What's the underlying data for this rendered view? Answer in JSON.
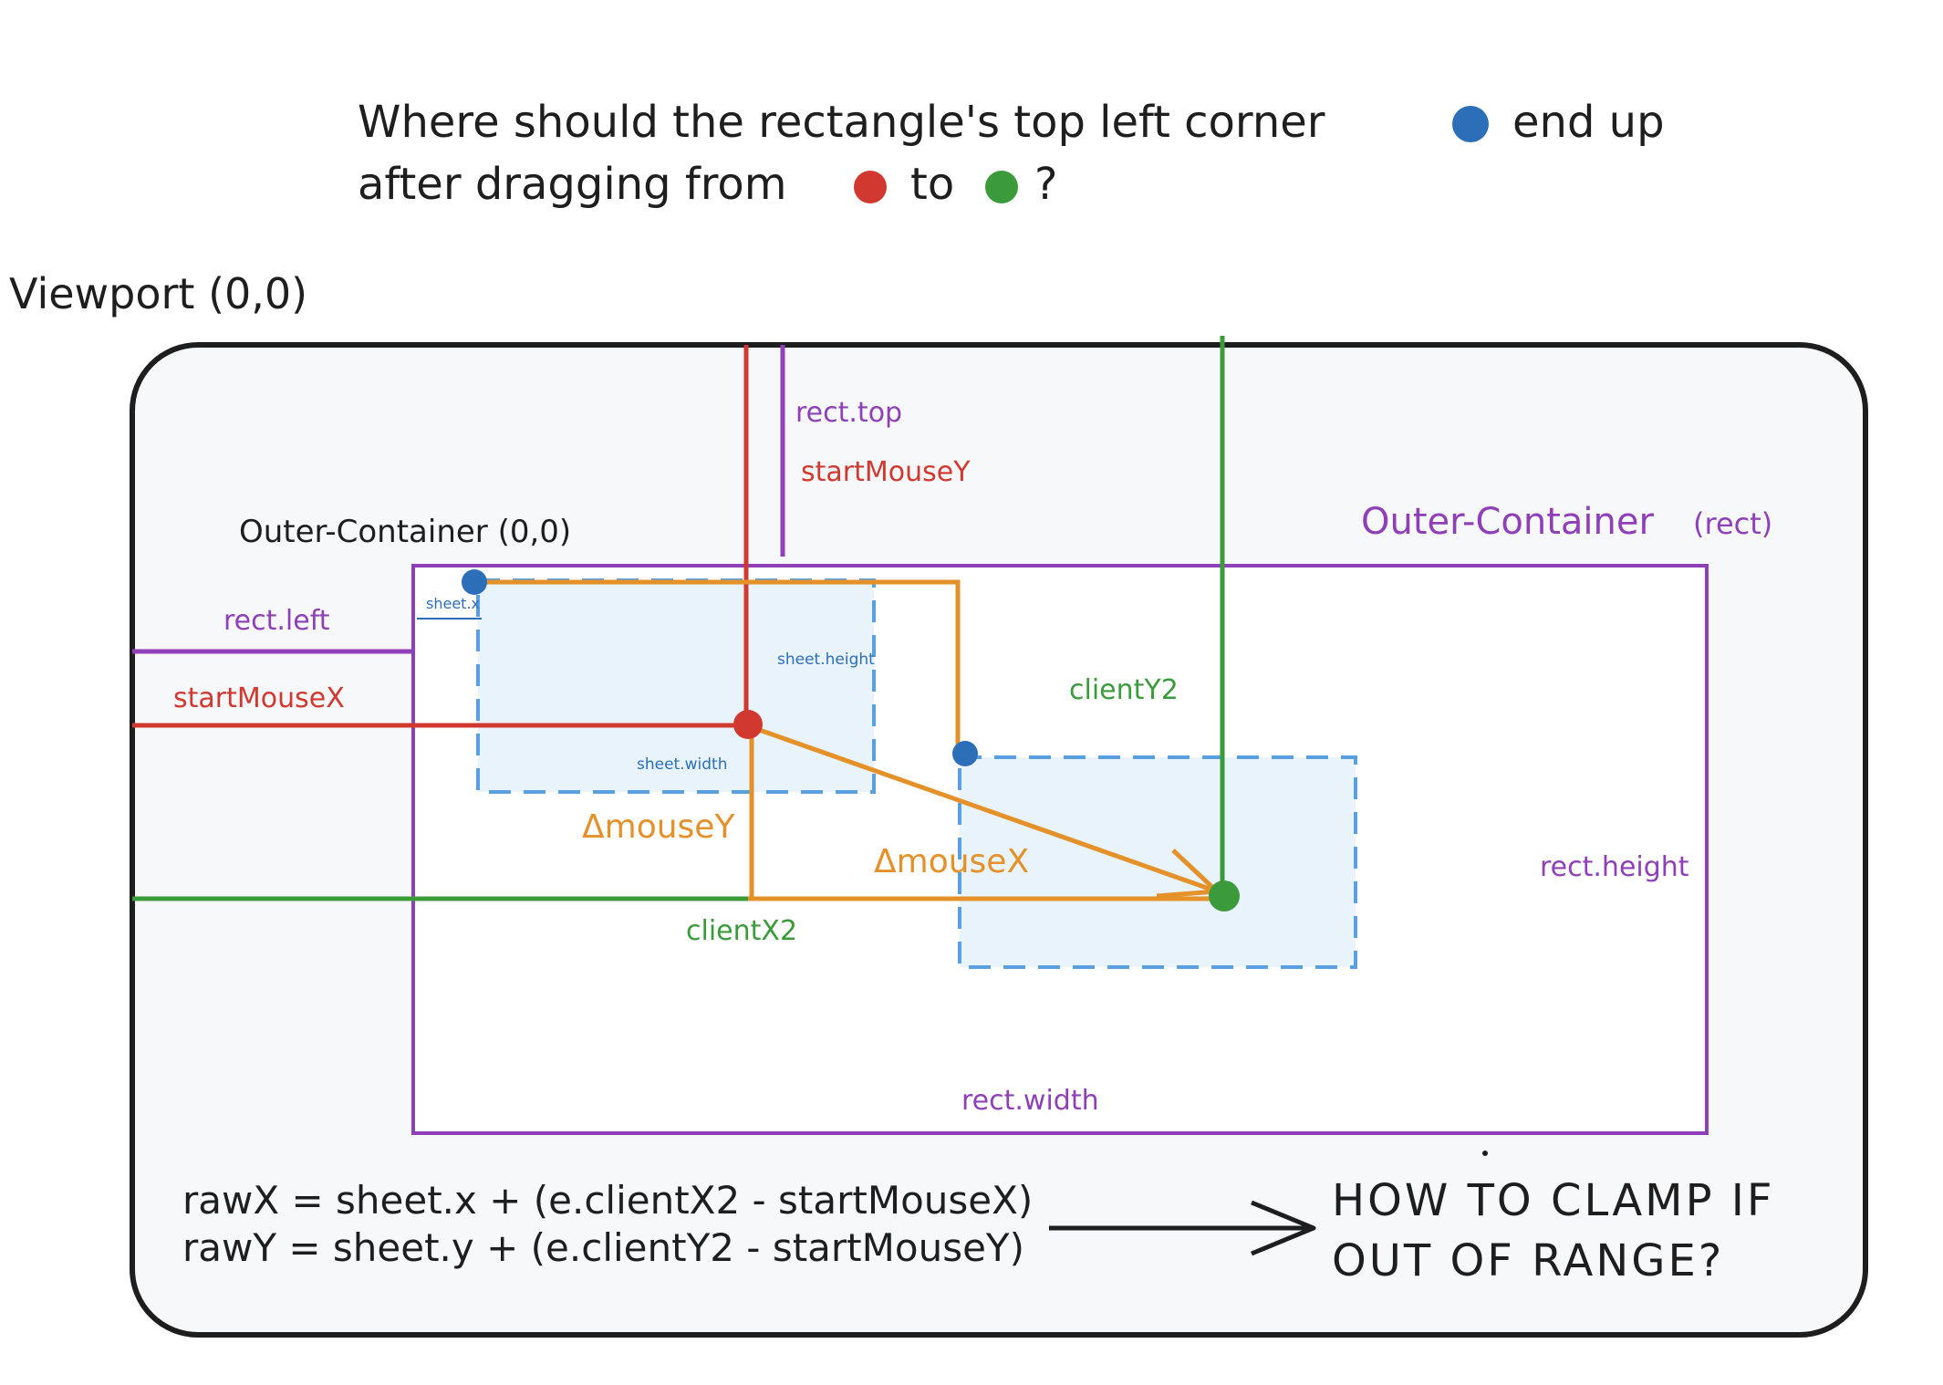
{
  "question": {
    "line1_before": "Where should the rectangle's top left corner",
    "line1_after": "end up",
    "line2_before": "after dragging from",
    "line2_middle": "to",
    "line2_after": "?"
  },
  "viewport_label": "Viewport (0,0)",
  "outer_container": {
    "origin_label": "Outer-Container (0,0)",
    "rect_label": "Outer-Container",
    "rect_label_suffix": "(rect)"
  },
  "labels": {
    "rect_top": "rect.top",
    "start_mouse_y": "startMouseY",
    "rect_left": "rect.left",
    "start_mouse_x": "startMouseX",
    "sheet_x": "sheet.x",
    "sheet_height": "sheet.height",
    "sheet_width": "sheet.width",
    "client_y2": "clientY2",
    "client_x2": "clientX2",
    "delta_mouse_y": "ΔmouseY",
    "delta_mouse_x": "ΔmouseX",
    "rect_height": "rect.height",
    "rect_width": "rect.width"
  },
  "formulas": {
    "raw_x": "rawX = sheet.x + (e.clientX2 - startMouseX)",
    "raw_y": "rawY = sheet.y + (e.clientY2 - startMouseY)"
  },
  "clamp_question": {
    "line1": "HOW TO CLAMP IF",
    "line2": "OUT OF RANGE?"
  },
  "colors": {
    "purple": "#8f3fb8",
    "red": "#d1382f",
    "green": "#3b9b3b",
    "orange": "#e5912a",
    "blue": "#2c6fb8",
    "sheet_fill": "#e8f3fc",
    "sheet_border": "#5aa0e0",
    "panel_fill": "#f7f8fa"
  }
}
